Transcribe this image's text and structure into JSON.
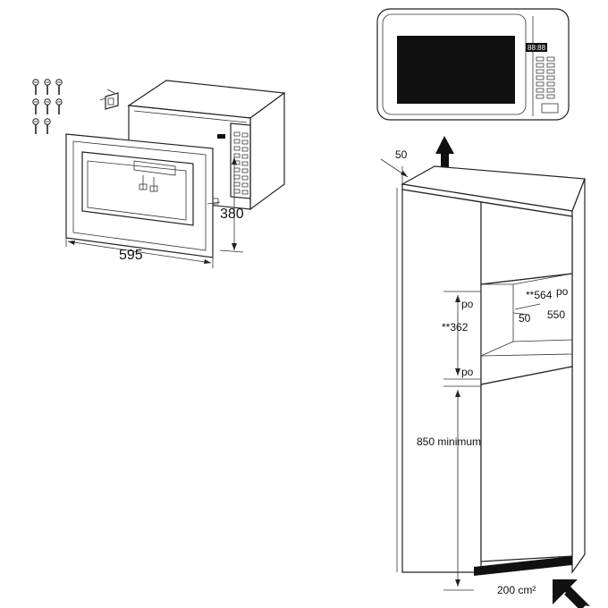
{
  "kit": {
    "width_label": "595",
    "height_label": "380"
  },
  "cabinet": {
    "top_offset_label": "50",
    "opening_width_label": "**564",
    "opening_depth_label": "550",
    "rear_offset_label": "50",
    "opening_height_label": "**362",
    "po_top_left": "po",
    "po_top_right": "po",
    "po_bottom_left": "po",
    "floor_height_label": "850 minimum",
    "vent_label": "200 cm²"
  },
  "microwave": {
    "display_text": "88:88"
  },
  "colors": {
    "line": "#222222",
    "screen": "#111111",
    "plinth": "#111111"
  }
}
